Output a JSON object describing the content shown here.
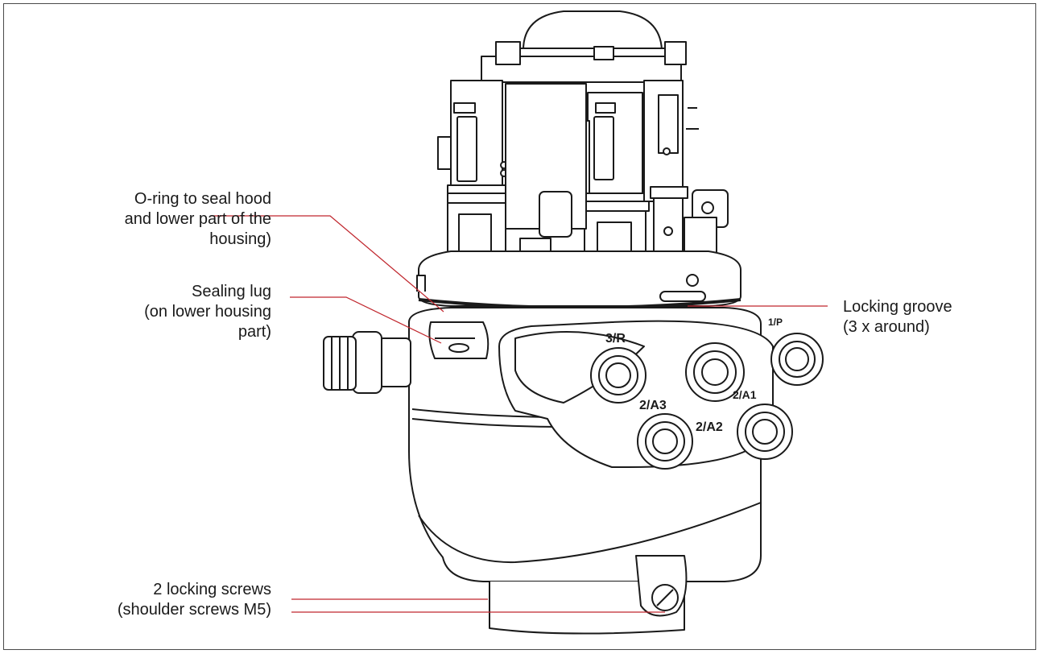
{
  "colors": {
    "leader_line": "#c0262d",
    "outline": "#1a1a1a",
    "fill": "#ffffff",
    "frame": "#4a4a4a"
  },
  "callouts": {
    "oring": {
      "lines": [
        "O-ring to seal hood",
        "and lower part of the",
        "housing)"
      ]
    },
    "sealing_lug": {
      "lines": [
        "Sealing lug",
        "(on lower housing",
        "part)"
      ]
    },
    "locking_groove": {
      "lines": [
        "Locking groove",
        "(3 x around)"
      ]
    },
    "locking_screws": {
      "lines": [
        "2 locking screws",
        "(shoulder screws M5)"
      ]
    }
  },
  "port_labels": {
    "p3r": "3/R",
    "p2a3": "2/A3",
    "p2a2": "2/A2",
    "p2a1": "2/A1",
    "p1p": "1/P"
  }
}
